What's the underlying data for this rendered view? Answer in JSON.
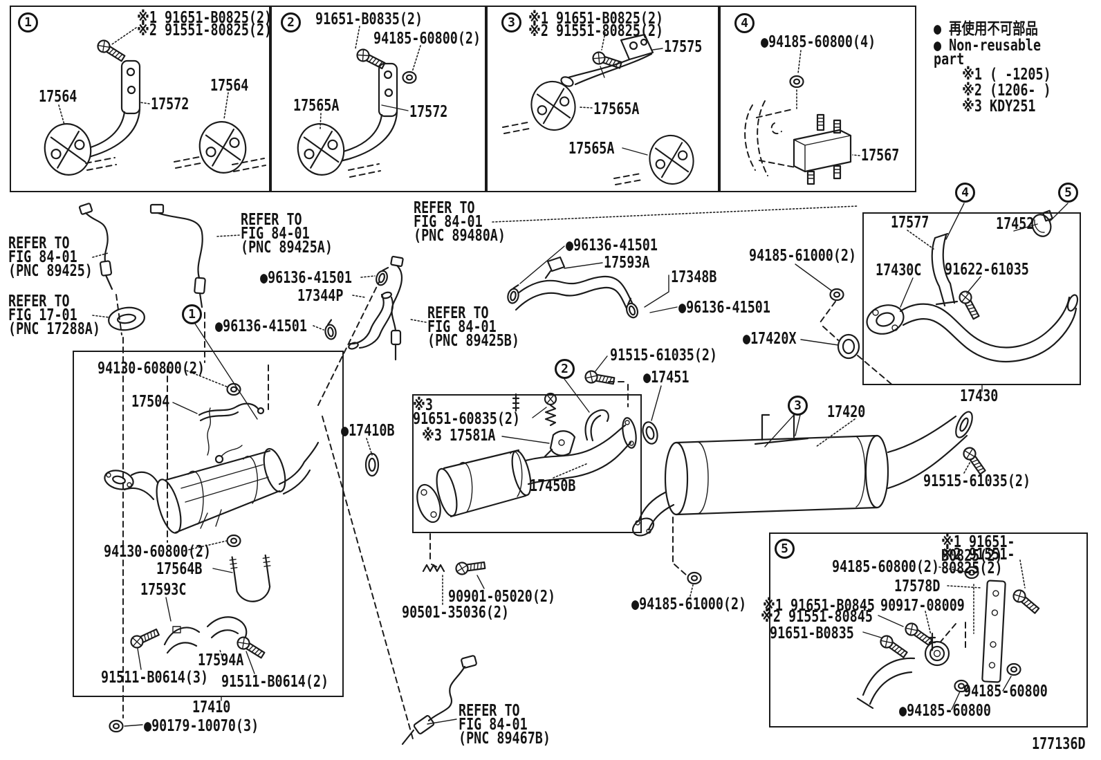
{
  "figure": {
    "code": "177136D"
  },
  "balloons": {
    "p1": "1",
    "p2": "2",
    "p3": "3",
    "p4": "4",
    "m1": "1",
    "m2": "2",
    "m3": "3",
    "fp4": "4",
    "fp5": "5",
    "b5": "5"
  },
  "legend": {
    "nonreusable_jp": "● 再使用不可部品",
    "nonreusable_en": "● Non-reusable part",
    "note1": "※1 (    -1205)",
    "note2": "※2 (1206-    )",
    "note3": "※3  KDY251"
  },
  "callouts": {
    "p1_note1": "※1 91651-B0825(2)",
    "p1_note2": "※2 91551-80825(2)",
    "p1_hanger_l": "17564",
    "p1_bracket": "17572",
    "p1_hanger_r": "17564",
    "p2_bolt": "91651-B0835(2)",
    "p2_nut": "94185-60800(2)",
    "p2_hanger": "17565A",
    "p2_bracket": "17572",
    "p3_note1": "※1 91651-B0825(2)",
    "p3_note2": "※2 91551-80825(2)",
    "p3_arm": "17575",
    "p3_hanger1": "17565A",
    "p3_hanger2": "17565A",
    "p4_nut": "●94185-60800(4)",
    "p4_isolator": "17567",
    "refer_89425": "REFER TO\nFIG 84-01\n(PNC 89425)",
    "refer_17288a": "REFER TO\nFIG 17-01\n(PNC 17288A)",
    "refer_89425a": "REFER TO\nFIG 84-01\n(PNC 89425A)",
    "refer_89480a": "REFER TO\nFIG 84-01\n(PNC 89480A)",
    "refer_89425b": "REFER TO\nFIG 84-01\n(PNC 89425B)",
    "refer_89467b": "REFER TO\nFIG 84-01\n(PNC 89467B)",
    "clamp1_96136": "●96136-41501",
    "part_17593a": "17593A",
    "part_17348b": "17348B",
    "clamp2_96136": "●96136-41501",
    "part_17344p": "17344P",
    "clamp3_96136": "●96136-41501",
    "clamp4_96136": "●96136-41501",
    "nut_94185_61000_top": "94185-61000(2)",
    "part_17577": "17577",
    "part_17452": "17452",
    "part_17430c": "17430C",
    "bolt_91622": "91622-61035",
    "gasket_17420x": "●17420X",
    "part_17430": "17430",
    "nut_94130_top": "94130-60800(2)",
    "part_17504": "17504",
    "gasket_17410b": "●17410B",
    "bolt_91651_60835": "※3\n91651-60835(2)",
    "clamp_17581a": "※3 17581A",
    "part_17450b": "17450B",
    "bolt_91515_left": "91515-61035(2)",
    "gasket_17451": "●17451",
    "part_17420": "17420",
    "bolt_91515_right": "91515-61035(2)",
    "nut_94130_bottom": "94130-60800(2)",
    "part_17564b": "17564B",
    "part_17593c": "17593C",
    "part_17594a": "17594A",
    "bolt_91511_3": "91511-B0614(3)",
    "bolt_91511_2": "91511-B0614(2)",
    "part_17410": "17410",
    "nut_90179": "●90179-10070(3)",
    "bolt_90901": "90901-05020(2)",
    "spring_90501": "90501-35036(2)",
    "nut_94185_61000_bot": "●94185-61000(2)",
    "b5_note1": "※1 91651-B0825(2)",
    "b5_note2": "※2 91551-80825(2)",
    "b5_nut_top": "94185-60800(2)",
    "b5_plate": "17578D",
    "b5_note3": "※1 91651-B0845",
    "b5_note4": "※2 91551-80845",
    "b5_stud": "90917-08009",
    "b5_bolt": "91651-B0835",
    "b5_nut_right": "94185-60800",
    "b5_nut_bottom": "●94185-60800"
  }
}
